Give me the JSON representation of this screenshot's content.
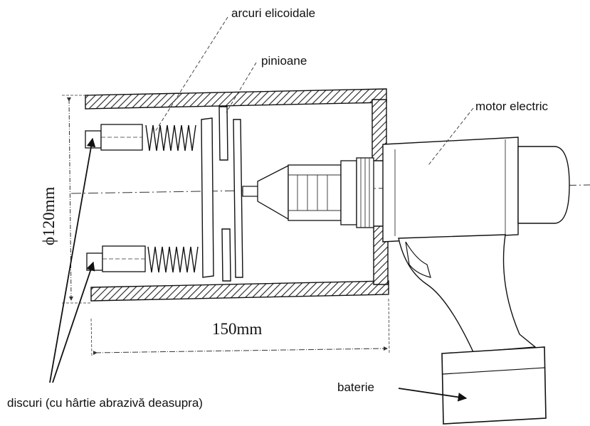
{
  "labels": {
    "springs": "arcuri elicoidale",
    "pinions": "pinioane",
    "motor": "motor electric",
    "battery": "baterie",
    "discs": "discuri (cu hârtie abrazivă deasupra)"
  },
  "dimensions": {
    "diameter": "ϕ120mm",
    "length": "150mm"
  }
}
